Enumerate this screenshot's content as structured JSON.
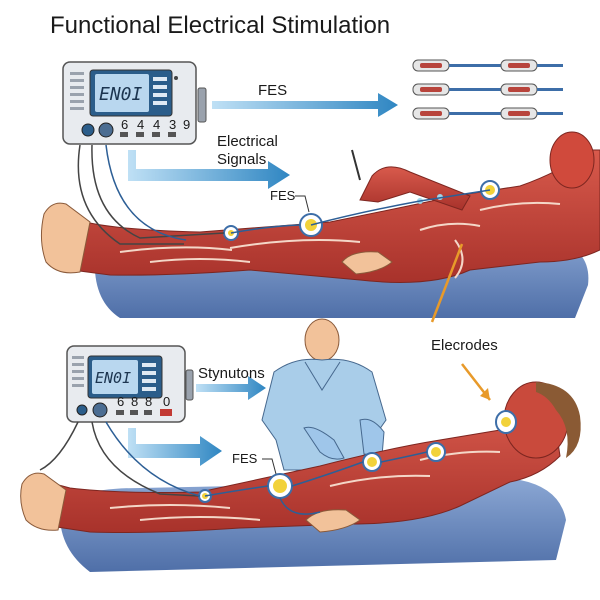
{
  "title": "Functional Electrical Stimulation",
  "top_panel": {
    "device_display": "EN0I",
    "device_buttons": [
      "6",
      "4",
      "4",
      "3",
      "9"
    ],
    "arrow_label": "FES",
    "signals_label": "Electrical Signals",
    "signals_line1": "Electrical",
    "signals_line2": "Signals",
    "electrode_label": "FES"
  },
  "bottom_panel": {
    "device_display": "EN0I",
    "device_buttons": [
      "6",
      "8",
      "8",
      "0"
    ],
    "arrow_label": "Stynutons",
    "electrode_label": "FES",
    "pointer_label": "Elecrodes"
  },
  "colors": {
    "arrow_blue": "#3d8fc6",
    "muscle_red": "#c2443a",
    "skin": "#f2c29a",
    "table_blue": "#6e8fc4",
    "electrode_yellow": "#f2d23a",
    "pointer_orange": "#e89a2a",
    "scrub_blue": "#a9cde9",
    "glove_blue": "#9fc6ea"
  }
}
